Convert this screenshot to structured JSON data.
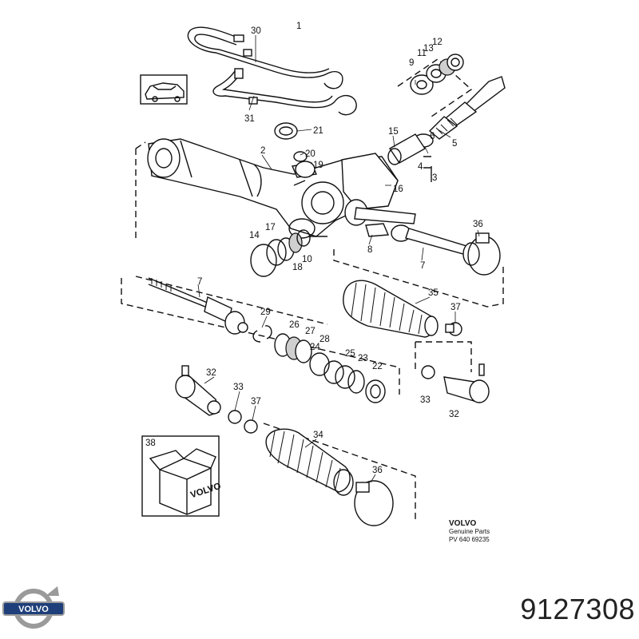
{
  "callouts": {
    "c1": "1",
    "c2": "2",
    "c3": "3",
    "c4": "4",
    "c5": "5",
    "c6": "6",
    "c7a": "7",
    "c7b": "7",
    "c8": "8",
    "c9": "9",
    "c10": "10",
    "c11": "11",
    "c12": "12",
    "c13": "13",
    "c14": "14",
    "c15": "15",
    "c16": "16",
    "c17": "17",
    "c18": "18",
    "c19": "19",
    "c20": "20",
    "c21": "21",
    "c22": "22",
    "c23": "23",
    "c24": "24",
    "c25": "25",
    "c26": "26",
    "c27": "27",
    "c28": "28",
    "c29": "29",
    "c30": "30",
    "c31": "31",
    "c32a": "32",
    "c32b": "32",
    "c33a": "33",
    "c33b": "33",
    "c34": "34",
    "c35": "35",
    "c36a": "36",
    "c36b": "36",
    "c37a": "37",
    "c37b": "37",
    "c38": "38"
  },
  "box_lettering": "VOLVO",
  "footer": {
    "brand": "VOLVO",
    "line1": "Genuine Parts",
    "line2": "PV 640 69235"
  },
  "logo_text": "VOLVO",
  "part_number": "9127308",
  "colors": {
    "ink": "#111111",
    "logo_silver": "#9a9a9a",
    "logo_blue": "#1f3f7a"
  }
}
